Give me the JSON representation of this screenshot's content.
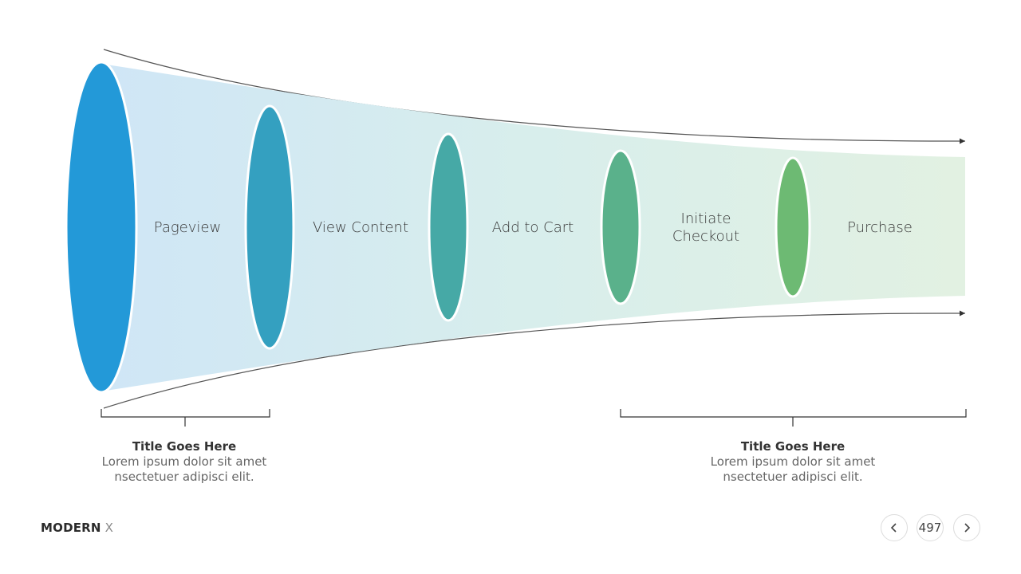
{
  "funnel": {
    "stages": [
      {
        "label": "Pageview",
        "color": "#2399d8"
      },
      {
        "label": "View Content",
        "color": "#34a0c0"
      },
      {
        "label": "Add to Cart",
        "color": "#46a9a6"
      },
      {
        "label": "Initiate Checkout",
        "color": "#5ab18b"
      },
      {
        "label": "Purchase",
        "color": "#6dba73"
      }
    ]
  },
  "notes": [
    {
      "title": "Title  Goes Here",
      "line1": "Lorem ipsum dolor sit amet",
      "line2": "nsectetuer  adipisci elit."
    },
    {
      "title": "Title  Goes Here",
      "line1": "Lorem ipsum dolor sit amet",
      "line2": "nsectetuer  adipisci elit."
    }
  ],
  "footer": {
    "brand_bold": "MODERN",
    "brand_light": "X",
    "page_number": "497",
    "prev_icon": "chevron-left-icon",
    "next_icon": "chevron-right-icon"
  }
}
